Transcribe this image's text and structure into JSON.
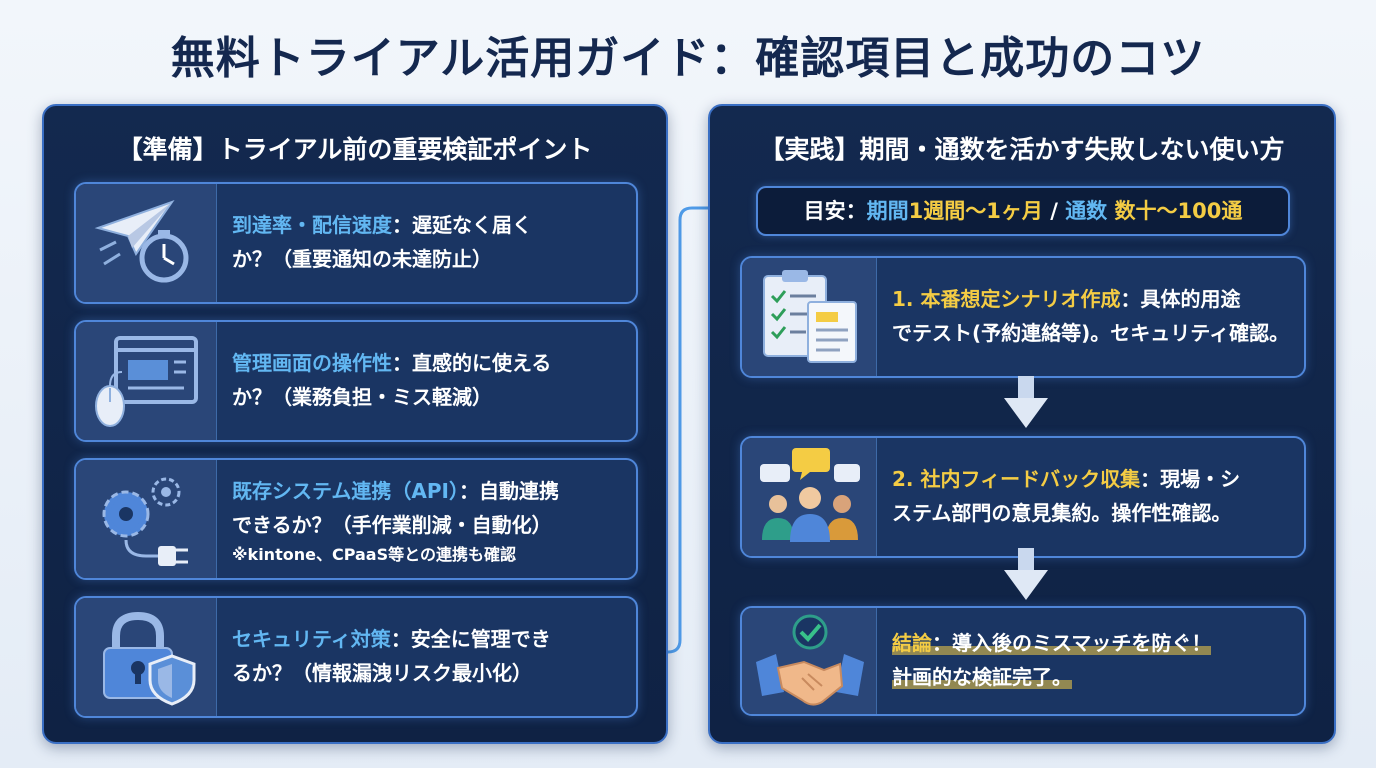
{
  "title": "無料トライアル活用ガイド：確認項目と成功のコツ",
  "left_panel": {
    "heading": "【準備】トライアル前の重要検証ポイント",
    "cards": [
      {
        "highlight": "到達率・配信速度",
        "line1_rest": "：遅延なく届く",
        "line2": "か？（重要通知の未達防止）"
      },
      {
        "highlight": "管理画面の操作性",
        "line1_rest": "：直感的に使える",
        "line2": "か？（業務負担・ミス軽減）"
      },
      {
        "highlight": "既存システム連携（API）",
        "line1_rest": "：自動連携",
        "line2": "できるか？（手作業削減・自動化）",
        "note": "※kintone、CPaaS等との連携も確認"
      },
      {
        "highlight": "セキュリティ対策",
        "line1_rest": "：安全に管理でき",
        "line2": "るか？（情報漏洩リスク最小化）"
      }
    ]
  },
  "right_panel": {
    "heading": "【実践】期間・通数を活かす失敗しない使い方",
    "guideline": {
      "label": "目安：",
      "period_label": "期間",
      "period_value": "1週間〜1ヶ月",
      "separator": " / ",
      "count_label": "通数",
      "count_value": " 数十〜100通"
    },
    "steps": [
      {
        "highlight": "1. 本番想定シナリオ作成",
        "line1_rest": "：具体的用途",
        "line2": "でテスト(予約連絡等)。セキュリティ確認。"
      },
      {
        "highlight": "2. 社内フィードバック収集",
        "line1_rest": "：現場・シ",
        "line2": "ステム部門の意見集約。操作性確認。"
      },
      {
        "highlight": "結論",
        "line1_rest": "：導入後のミスマッチを防ぐ！",
        "line2": "計画的な検証完了。"
      }
    ]
  },
  "icons": {
    "card1": "paper-plane-stopwatch-icon",
    "card2": "browser-window-mouse-icon",
    "card3": "gears-plug-icon",
    "card4": "padlock-shield-icon",
    "step1": "checklist-documents-icon",
    "step2": "team-chat-bubbles-icon",
    "step3": "handshake-check-icon"
  },
  "colors": {
    "title": "#14284f",
    "panel_bg": "#13294f",
    "panel_border": "#3a6fc4",
    "highlight_blue": "#62b7f2",
    "highlight_yellow": "#f4cc44",
    "connector": "#4f9be8"
  }
}
